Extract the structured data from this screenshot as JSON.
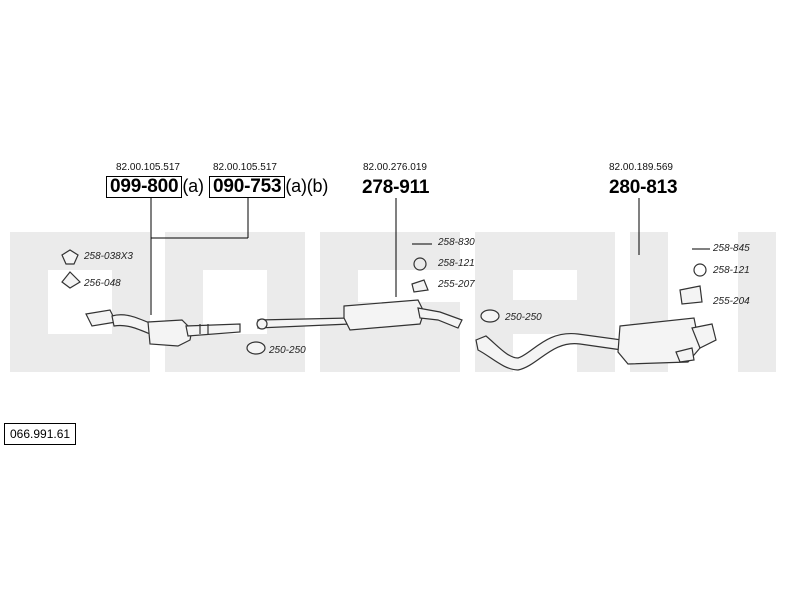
{
  "diagram": {
    "catalog_code": "066.991.61",
    "main_parts": [
      {
        "oem": "82.00.105.517",
        "number": "099-800",
        "suffix": "(a)"
      },
      {
        "oem": "82.00.105.517",
        "number": "090-753",
        "suffix": "(a)(b)"
      },
      {
        "oem": "82.00.276.019",
        "number": "278-911",
        "suffix": ""
      },
      {
        "oem": "82.00.189.569",
        "number": "280-813",
        "suffix": ""
      }
    ],
    "fitting_labels": [
      "258-038X3",
      "256-048",
      "250-250",
      "258-830",
      "258-121",
      "255-207",
      "250-250",
      "258-845",
      "258-121",
      "255-204"
    ]
  }
}
